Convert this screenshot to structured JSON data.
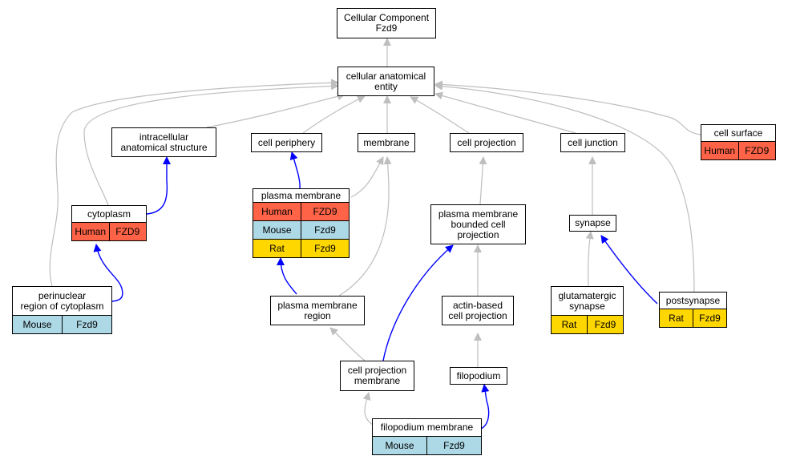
{
  "nodes": {
    "root": {
      "title": "Cellular Component\nFzd9"
    },
    "cae": {
      "title": "cellular anatomical\nentity"
    },
    "ias": {
      "title": "intracellular\nanatomical structure"
    },
    "cper": {
      "title": "cell periphery"
    },
    "mem": {
      "title": "membrane"
    },
    "cproj": {
      "title": "cell projection"
    },
    "cjun": {
      "title": "cell junction"
    },
    "csurf": {
      "title": "cell surface",
      "rows": [
        [
          "Human",
          "FZD9"
        ]
      ]
    },
    "cyto": {
      "title": "cytoplasm",
      "rows": [
        [
          "Human",
          "FZD9"
        ]
      ]
    },
    "pm": {
      "title": "plasma membrane",
      "rows": [
        [
          "Human",
          "FZD9"
        ],
        [
          "Mouse",
          "Fzd9"
        ],
        [
          "Rat",
          "Fzd9"
        ]
      ]
    },
    "pmbcp": {
      "title": "plasma membrane\nbounded cell\nprojection"
    },
    "syn": {
      "title": "synapse"
    },
    "peri": {
      "title": "perinuclear\nregion of cytoplasm",
      "rows": [
        [
          "Mouse",
          "Fzd9"
        ]
      ]
    },
    "pmr": {
      "title": "plasma membrane\nregion"
    },
    "abcp": {
      "title": "actin-based\ncell projection"
    },
    "glu": {
      "title": "glutamatergic\nsynapse",
      "rows": [
        [
          "Rat",
          "Fzd9"
        ]
      ]
    },
    "post": {
      "title": "postsynapse",
      "rows": [
        [
          "Rat",
          "Fzd9"
        ]
      ]
    },
    "cpm": {
      "title": "cell projection\nmembrane"
    },
    "filo": {
      "title": "filopodium"
    },
    "fm": {
      "title": "filopodium membrane",
      "rows": [
        [
          "Mouse",
          "Fzd9"
        ]
      ]
    }
  },
  "colors": {
    "human": "#FF6347",
    "mouse": "#ADD8E6",
    "rat": "#FFD700",
    "is_a_edge": "#BEBEBE",
    "part_of_edge": "#0000FF"
  }
}
